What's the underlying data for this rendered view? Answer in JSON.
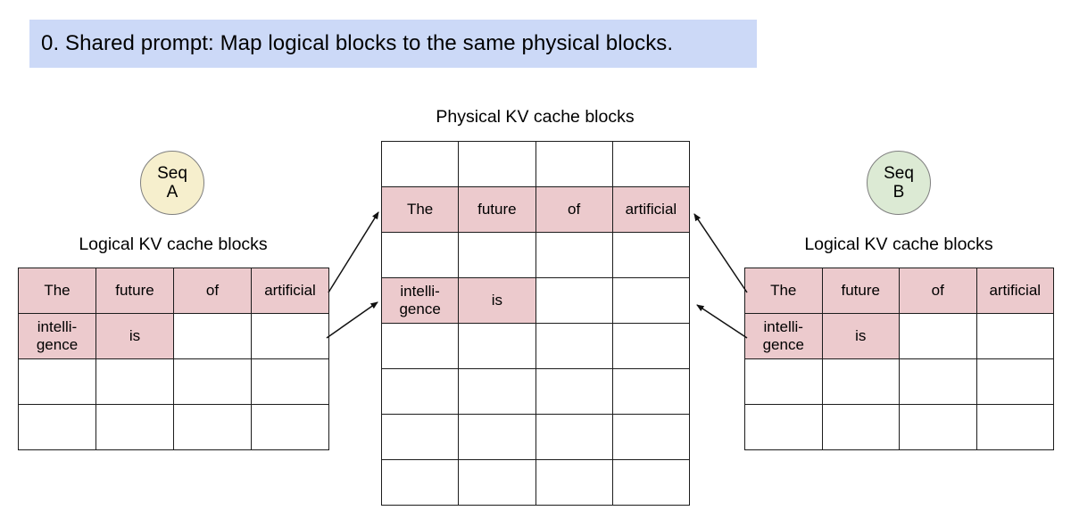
{
  "colors": {
    "banner_bg": "#ccd9f7",
    "block_pink": "#eccacd",
    "seq_a_fill": "#f6efcd",
    "seq_b_fill": "#dcead4",
    "line_dark": "#1c1c1c"
  },
  "title": "0. Shared prompt: Map logical blocks to the same physical blocks.",
  "physical": {
    "label": "Physical KV cache blocks",
    "table": {
      "rows": [
        [
          {},
          {},
          {},
          {}
        ],
        [
          {
            "text": "The",
            "filled": true
          },
          {
            "text": "future",
            "filled": true
          },
          {
            "text": "of",
            "filled": true
          },
          {
            "text": "artificial",
            "filled": true
          }
        ],
        [
          {},
          {},
          {},
          {}
        ],
        [
          {
            "text": "intelli-\ngence",
            "filled": true
          },
          {
            "text": "is",
            "filled": true
          },
          {},
          {}
        ],
        [
          {},
          {},
          {},
          {}
        ],
        [
          {},
          {},
          {},
          {}
        ],
        [
          {},
          {},
          {},
          {}
        ],
        [
          {},
          {},
          {},
          {}
        ]
      ]
    }
  },
  "seq_a": {
    "circle_line1": "Seq",
    "circle_line2": "A",
    "section_label": "Logical KV cache blocks",
    "table": {
      "rows": [
        [
          {
            "text": "The",
            "filled": true
          },
          {
            "text": "future",
            "filled": true
          },
          {
            "text": "of",
            "filled": true
          },
          {
            "text": "artificial",
            "filled": true
          }
        ],
        [
          {
            "text": "intelli-\ngence",
            "filled": true
          },
          {
            "text": "is",
            "filled": true
          },
          {},
          {}
        ],
        [
          {},
          {},
          {},
          {}
        ],
        [
          {},
          {},
          {},
          {}
        ]
      ]
    }
  },
  "seq_b": {
    "circle_line1": "Seq",
    "circle_line2": "B",
    "section_label": "Logical KV cache blocks",
    "table": {
      "rows": [
        [
          {
            "text": "The",
            "filled": true
          },
          {
            "text": "future",
            "filled": true
          },
          {
            "text": "of",
            "filled": true
          },
          {
            "text": "artificial",
            "filled": true
          }
        ],
        [
          {
            "text": "intelli-\ngence",
            "filled": true
          },
          {
            "text": "is",
            "filled": true
          },
          {},
          {}
        ],
        [
          {},
          {},
          {},
          {}
        ],
        [
          {},
          {},
          {},
          {}
        ]
      ]
    }
  }
}
